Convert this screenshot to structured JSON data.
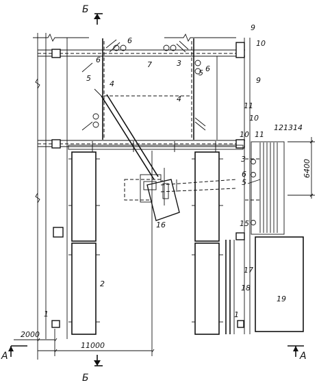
{
  "section_marks": {
    "b_top": "Б",
    "b_bottom": "Б",
    "a_left": "А",
    "a_right": "А"
  },
  "dimensions": {
    "left_offset": "2000",
    "span": "11000",
    "bay_height": "6400"
  },
  "callouts": [
    "1",
    "2",
    "3",
    "4",
    "5",
    "6",
    "7",
    "9",
    "10",
    "11",
    "12",
    "13",
    "14",
    "15",
    "16",
    "17",
    "18",
    "19"
  ]
}
